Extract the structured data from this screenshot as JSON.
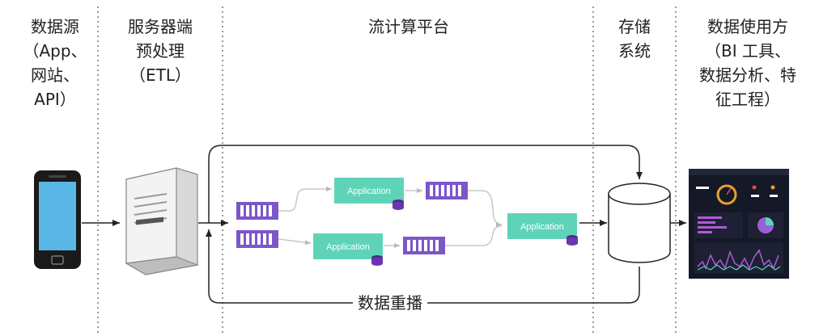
{
  "columns": {
    "source": {
      "lines": [
        "数据源",
        "（App、",
        "网站、",
        "API）"
      ]
    },
    "server": {
      "lines": [
        "服务器端",
        "预处理",
        "（ETL）"
      ]
    },
    "platform": {
      "lines": [
        "流计算平台"
      ]
    },
    "storage": {
      "lines": [
        "存储",
        "系统"
      ]
    },
    "consumer": {
      "lines": [
        "数据使用方",
        "（BI 工具、",
        "数据分析、特",
        "征工程）"
      ]
    }
  },
  "apps": {
    "app1": "Application",
    "app2": "Application",
    "app3": "Application"
  },
  "replay_label": "数据重播",
  "colors": {
    "queue_fill": "#7b57c8",
    "queue_cell": "#ffffff",
    "app_fill": "#5fd3b8",
    "db_icon": "#6a35b0",
    "phone_body": "#1a1a1a",
    "phone_screen": "#5ab6e6",
    "dashboard_bg": "#151826",
    "divider": "#555555"
  }
}
